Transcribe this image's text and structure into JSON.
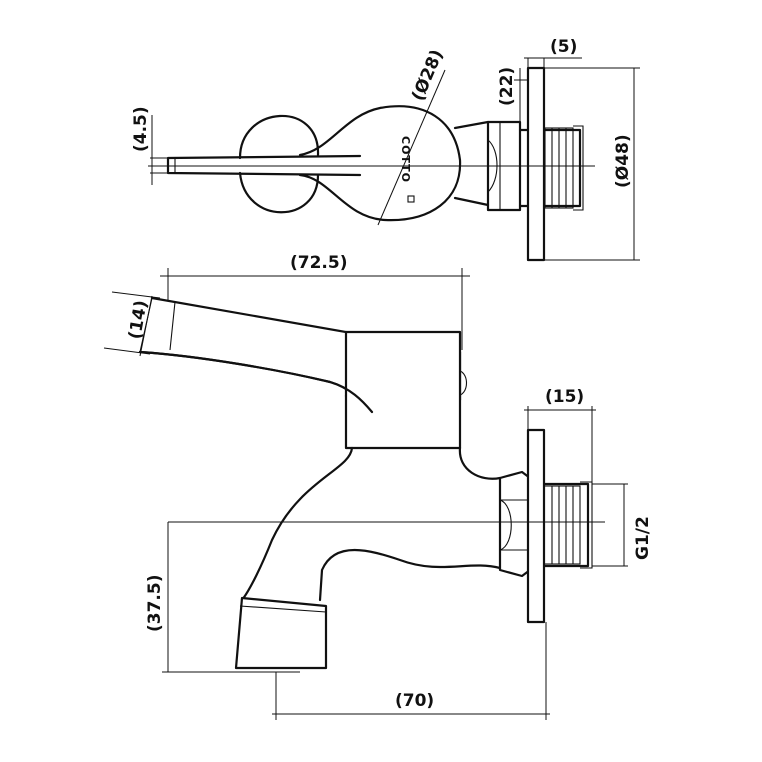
{
  "dimensions": {
    "top_wall_thickness": "(5)",
    "top_hex_length": "(22)",
    "handle_diameter": "(Ø28)",
    "handle_thickness": "(4.5)",
    "flange_diameter": "(Ø48)",
    "handle_reach": "(72.5)",
    "handle_height": "(14)",
    "thread_length": "(15)",
    "thread_size": "G1/2",
    "outlet_drop": "(37.5)",
    "outlet_projection": "(70)"
  },
  "brand_text": "COTTO"
}
